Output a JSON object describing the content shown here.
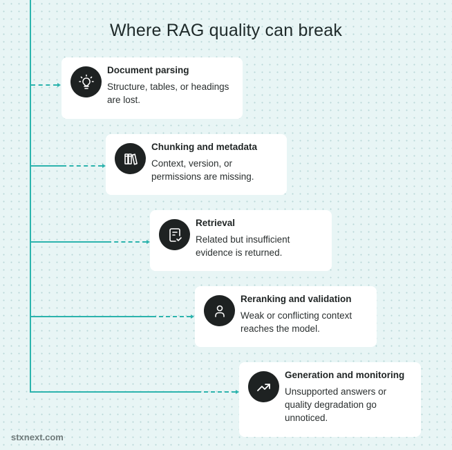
{
  "title": "Where RAG quality can break",
  "footer": "stxnext.com",
  "colors": {
    "accent": "#2bb3ad",
    "icon_bg": "#1e2222",
    "card_bg": "#ffffff",
    "background": "#e8f5f5"
  },
  "steps": [
    {
      "title": "Document parsing",
      "description": "Structure, tables, or headings are lost.",
      "icon": "lightbulb-icon"
    },
    {
      "title": "Chunking and metadata",
      "description": "Context, version, or permissions are missing.",
      "icon": "books-icon"
    },
    {
      "title": "Retrieval",
      "description": "Related but insufficient evidence is returned.",
      "icon": "document-check-icon"
    },
    {
      "title": "Reranking and validation",
      "description": "Weak or conflicting context reaches the model.",
      "icon": "person-icon"
    },
    {
      "title": "Generation and monitoring",
      "description": "Unsupported answers or quality degradation go unnoticed.",
      "icon": "trend-up-icon"
    }
  ]
}
